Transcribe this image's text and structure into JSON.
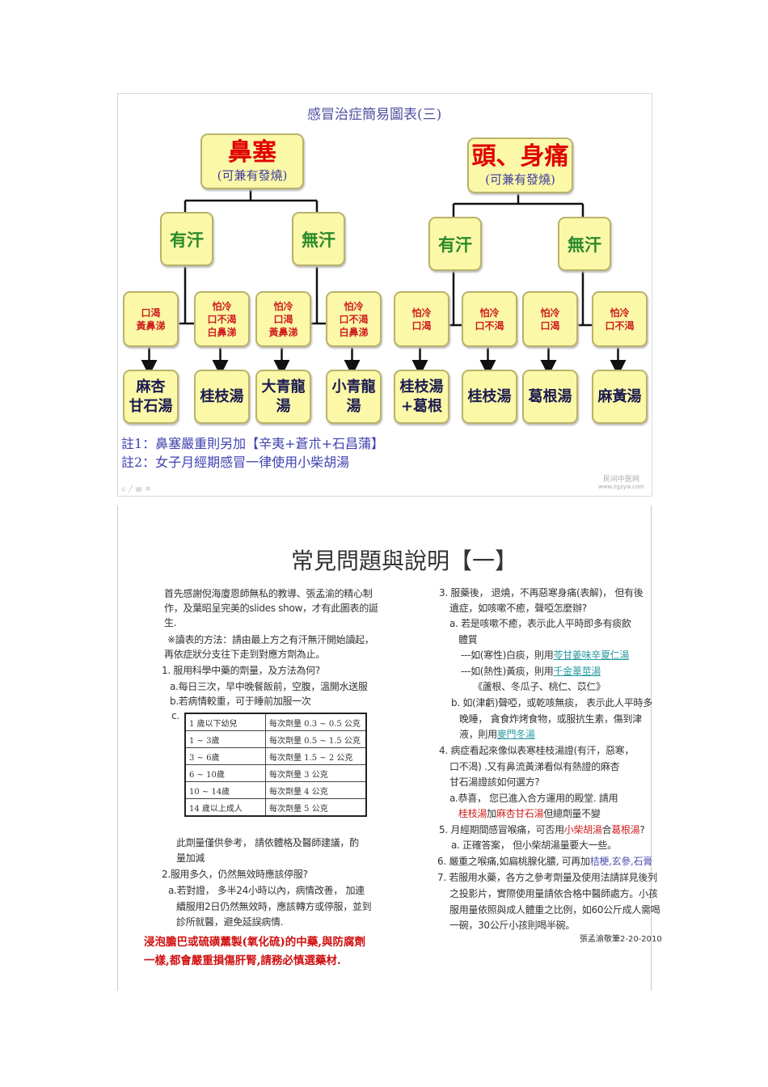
{
  "chart_page": {
    "title": "感冒治症簡易圖表(三)",
    "left_tree": {
      "root": {
        "title": "鼻塞",
        "subtitle": "(可兼有發燒)"
      },
      "branches": [
        {
          "label": "有汗",
          "cases": [
            {
              "symptoms": [
                "口渴",
                "黃鼻涕"
              ],
              "remedy": [
                "麻杏",
                "甘石湯"
              ]
            },
            {
              "symptoms": [
                "怕冷",
                "口不渴",
                "白鼻涕"
              ],
              "remedy": [
                "桂枝湯"
              ]
            }
          ]
        },
        {
          "label": "無汗",
          "cases": [
            {
              "symptoms": [
                "怕冷",
                "口渴",
                "黃鼻涕"
              ],
              "remedy": [
                "大青龍",
                "湯"
              ]
            },
            {
              "symptoms": [
                "怕冷",
                "口不渴",
                "白鼻涕"
              ],
              "remedy": [
                "小青龍",
                "湯"
              ]
            }
          ]
        }
      ]
    },
    "right_tree": {
      "root": {
        "title": "頭、身痛",
        "subtitle": "(可兼有發燒)"
      },
      "branches": [
        {
          "label": "有汗",
          "cases": [
            {
              "symptoms": [
                "怕冷",
                "口渴"
              ],
              "remedy": [
                "桂枝湯",
                "+葛根"
              ]
            },
            {
              "symptoms": [
                "怕冷",
                "口不渴"
              ],
              "remedy": [
                "桂枝湯"
              ]
            }
          ]
        },
        {
          "label": "無汗",
          "cases": [
            {
              "symptoms": [
                "怕冷",
                "口渴"
              ],
              "remedy": [
                "葛根湯"
              ]
            },
            {
              "symptoms": [
                "怕冷",
                "口不渴"
              ],
              "remedy": [
                "麻黃湯"
              ]
            }
          ]
        }
      ]
    },
    "notes": [
      "註1：鼻塞嚴重則另加【辛夷+蒼朮+石昌蒲】",
      "註2：女子月經期感冒一律使用小柴胡湯"
    ],
    "watermark": [
      "民间中医网",
      "www.zgzyw.com"
    ],
    "toolbar_icons": [
      "home-icon",
      "pen-icon",
      "grid-icon",
      "settings-icon"
    ]
  },
  "faq_page": {
    "title": "常見問題與說明【一】",
    "left_lines": [
      [
        {
          "t": "首先感謝倪海廈恩師無私的教導、張孟渝的精心制"
        }
      ],
      [
        {
          "t": "作，及葉昭呈完美的slides show，才有此圖表的誕"
        }
      ],
      [
        {
          "t": "生."
        }
      ],
      [
        {
          "t": "※讀表的方法：請由最上方之有汗無汗開始讀起，"
        }
      ],
      [
        {
          "t": "再依症狀分支往下走到對應方劑為止。"
        }
      ],
      [
        {
          "t": "1. 服用科學中藥的劑量，及方法為何?"
        }
      ],
      [
        {
          "t": "a.每日三次，早中晚餐飯前，空腹，溫開水送服"
        }
      ],
      [
        {
          "t": "b.若病情較重，可于睡前加服一次"
        }
      ],
      [
        {
          "t": "c."
        }
      ],
      [
        {
          "t": "此劑量僅供參考， 請依體格及醫師建議，酌"
        }
      ],
      [
        {
          "t": "量加減"
        }
      ],
      [
        {
          "t": "2.服用多久，仍然無效時應該停服?"
        }
      ],
      [
        {
          "t": "a.若對證， 多半24小時以內，病情改善， 加連"
        }
      ],
      [
        {
          "t": "續服用2日仍然無效時，應該轉方或停服，並到"
        }
      ],
      [
        {
          "t": "診所就醫，避免延誤病情."
        }
      ]
    ],
    "dose_table": [
      [
        "1 歲以下幼兒",
        "每次劑量 0.3 ~ 0.5 公克"
      ],
      [
        "1 ~ 3歲",
        "每次劑量 0.5 ~ 1.5 公克"
      ],
      [
        "3 ~ 6歲",
        "每次劑量 1.5 ~ 2 公克"
      ],
      [
        "6 ~ 10歲",
        "每次劑量 3 公克"
      ],
      [
        "10 ~ 14歲",
        "每次劑量 4 公克"
      ],
      [
        "14 歲以上成人",
        "每次劑量 5 公克"
      ]
    ],
    "warning": [
      "浸泡膽巴或硫磺薰製(氧化硫)的中藥,與防腐劑",
      "一樣,都會嚴重損傷肝腎,請務必慎選藥材."
    ],
    "right_lines": [
      [
        {
          "t": "3. 服藥後， 退燒，不再惡寒身痛(表解)， 但有後"
        }
      ],
      [
        {
          "t": "遺症，如咳嗽不癒，聲啞怎麼辦?"
        }
      ],
      [
        {
          "t": "a. 若是咳嗽不癒，表示此人平時即多有痰飲"
        }
      ],
      [
        {
          "t": "體質"
        }
      ],
      [
        {
          "t": "---如(寒性)白痰，則用"
        },
        {
          "t": "苓甘姜味辛夏仁湯",
          "s": "link"
        }
      ],
      [
        {
          "t": "---如(熱性)黃痰，則用"
        },
        {
          "t": "千金葦莖湯",
          "s": "link"
        }
      ],
      [
        {
          "t": "《蘆根、冬瓜子、桃仁、苡仁》"
        }
      ],
      [
        {
          "t": "b. 如(津虧)聲啞，或乾咳無痰， 表示此人平時多"
        }
      ],
      [
        {
          "t": "晚睡， 貪食炸烤食物，或服抗生素，傷到津"
        }
      ],
      [
        {
          "t": "液，則用"
        },
        {
          "t": "麥門冬湯",
          "s": "link"
        }
      ],
      [
        {
          "t": "4. 病症看起來像似表寒桂枝湯證(有汗，惡寒，"
        }
      ],
      [
        {
          "t": "口不渴) .又有鼻流黃涕看似有熱證的麻杏"
        }
      ],
      [
        {
          "t": "甘石湯證該如何選方?"
        }
      ],
      [
        {
          "t": "a.恭喜， 您已進入合方運用的殿堂. 請用"
        }
      ],
      [
        {
          "t": "桂枝湯",
          "s": "red"
        },
        {
          "t": "加"
        },
        {
          "t": "麻杏甘石湯",
          "s": "red"
        },
        {
          "t": "但總劑量不變"
        }
      ],
      [
        {
          "t": "5. 月經期間感冒喉痛，可否用"
        },
        {
          "t": "小柴胡湯",
          "s": "red"
        },
        {
          "t": "合"
        },
        {
          "t": "葛根湯",
          "s": "red"
        },
        {
          "t": "?"
        }
      ],
      [
        {
          "t": "a. 正確答案， 但小柴胡湯量要大一些。"
        }
      ],
      [
        {
          "t": "6. 嚴重之喉痛,如扁桃腺化膿, 可再加"
        },
        {
          "t": "桔梗,玄參,石膏",
          "s": "blue"
        }
      ],
      [
        {
          "t": "7. 若服用水藥，各方之參考劑量及使用法請詳見後列"
        }
      ],
      [
        {
          "t": "之投影片，實際使用量請依合格中醫師處方。小孩"
        }
      ],
      [
        {
          "t": "服用量依照與成人體重之比例，如60公斤成人需喝"
        }
      ],
      [
        {
          "t": "一碗，30公斤小孩則喝半碗。"
        }
      ]
    ],
    "signature": "張孟渝敬筆2-20-2010"
  }
}
